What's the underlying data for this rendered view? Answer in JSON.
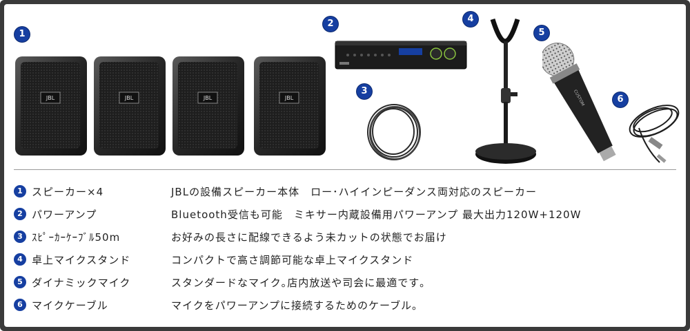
{
  "items": [
    {
      "number": "1",
      "name": "スピーカー×4",
      "description": "JBLの設備スピーカー本体　ロー･ハイインピーダンス両対応のスピーカー"
    },
    {
      "number": "2",
      "name": "パワーアンプ",
      "description": "Bluetooth受信も可能　ミキサー内蔵設備用パワーアンプ  最大出力120W+120W"
    },
    {
      "number": "3",
      "name": "ｽﾋﾟｰｶｰｹｰﾌﾞﾙ50m",
      "description": "お好みの長さに配線できるよう未カットの状態でお届け"
    },
    {
      "number": "4",
      "name": "卓上マイクスタンド",
      "description": "コンパクトで高さ調節可能な卓上マイクスタンド"
    },
    {
      "number": "5",
      "name": "ダイナミックマイク",
      "description": "スタンダードなマイク｡店内放送や司会に最適です｡"
    },
    {
      "number": "6",
      "name": "マイクケーブル",
      "description": "マイクをパワーアンプに接続するためのケーブル｡"
    }
  ],
  "product_labels": {
    "speaker_logo": "JBL",
    "mic_brand": "CUSTOM"
  },
  "colors": {
    "badge": "#163fa1",
    "frame": "#3a3a3a"
  }
}
